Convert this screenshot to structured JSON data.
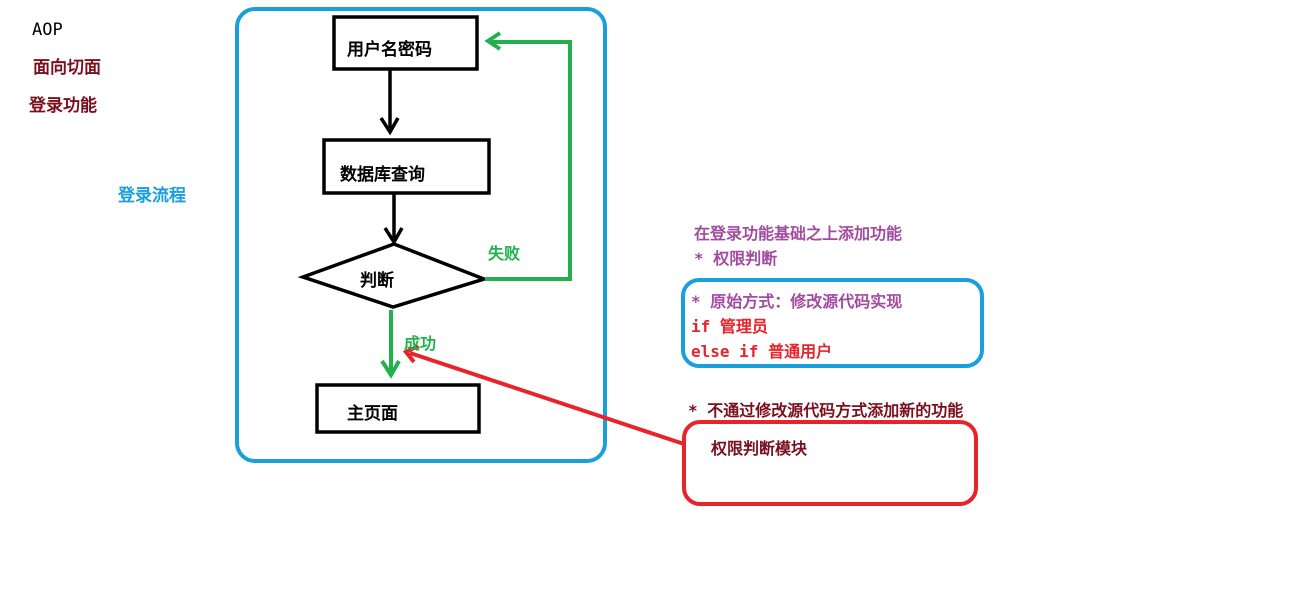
{
  "notes": {
    "aop": "AOP",
    "aspect": "面向切面",
    "login_feature": "登录功能",
    "login_flow": "登录流程"
  },
  "flow": {
    "nodes": {
      "username_password": "用户名密码",
      "db_query": "数据库查询",
      "judge": "判断",
      "home_page": "主页面"
    },
    "edges": {
      "fail": "失败",
      "success": "成功"
    }
  },
  "annotations": {
    "add_feature": "在登录功能基础之上添加功能",
    "permission_check": "* 权限判断",
    "original_way": "* 原始方式：修改源代码实现",
    "if_admin": "if 管理员",
    "else_if_user": "else if 普通用户",
    "no_modify": "* 不通过修改源代码方式添加新的功能",
    "permission_module": "权限判断模块"
  },
  "colors": {
    "blue": "#1a9fdd",
    "green": "#22b14c",
    "red": "#e8232a",
    "maroon": "#7a0f1e",
    "purple": "#a14ba1",
    "black": "#000000"
  }
}
